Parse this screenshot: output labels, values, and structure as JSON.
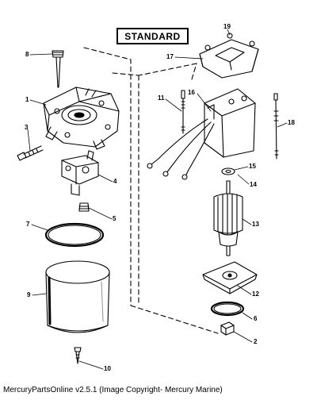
{
  "diagram": {
    "badge": "STANDARD",
    "callouts": {
      "c1": "1",
      "c2": "2",
      "c3": "3",
      "c4": "4",
      "c5": "5",
      "c6": "6",
      "c7": "7",
      "c8": "8",
      "c9": "9",
      "c10": "10",
      "c11": "11",
      "c12": "12",
      "c13": "13",
      "c14": "14",
      "c15": "15",
      "c16": "16",
      "c17": "17",
      "c18": "18",
      "c19": "19"
    }
  },
  "footer": {
    "text": "MercuryPartsOnline v2.5.1 (Image Copyright- Mercury Marine)"
  }
}
